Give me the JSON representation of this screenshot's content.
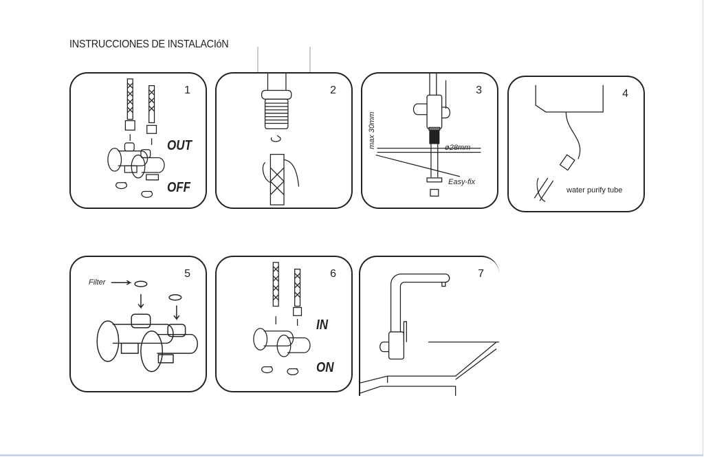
{
  "title": "INSTRUCCIONES DE INSTALACIóN",
  "steps": [
    {
      "number": "1",
      "labels": [
        "OUT",
        "OFF"
      ]
    },
    {
      "number": "2"
    },
    {
      "number": "3",
      "labels": [
        "max 30mm",
        "ø28mm",
        "Easy-fix"
      ]
    },
    {
      "number": "4",
      "labels": [
        "water purify tube"
      ]
    },
    {
      "number": "5",
      "labels": [
        "Filter"
      ]
    },
    {
      "number": "6",
      "labels": [
        "IN",
        "ON"
      ]
    },
    {
      "number": "7"
    }
  ]
}
